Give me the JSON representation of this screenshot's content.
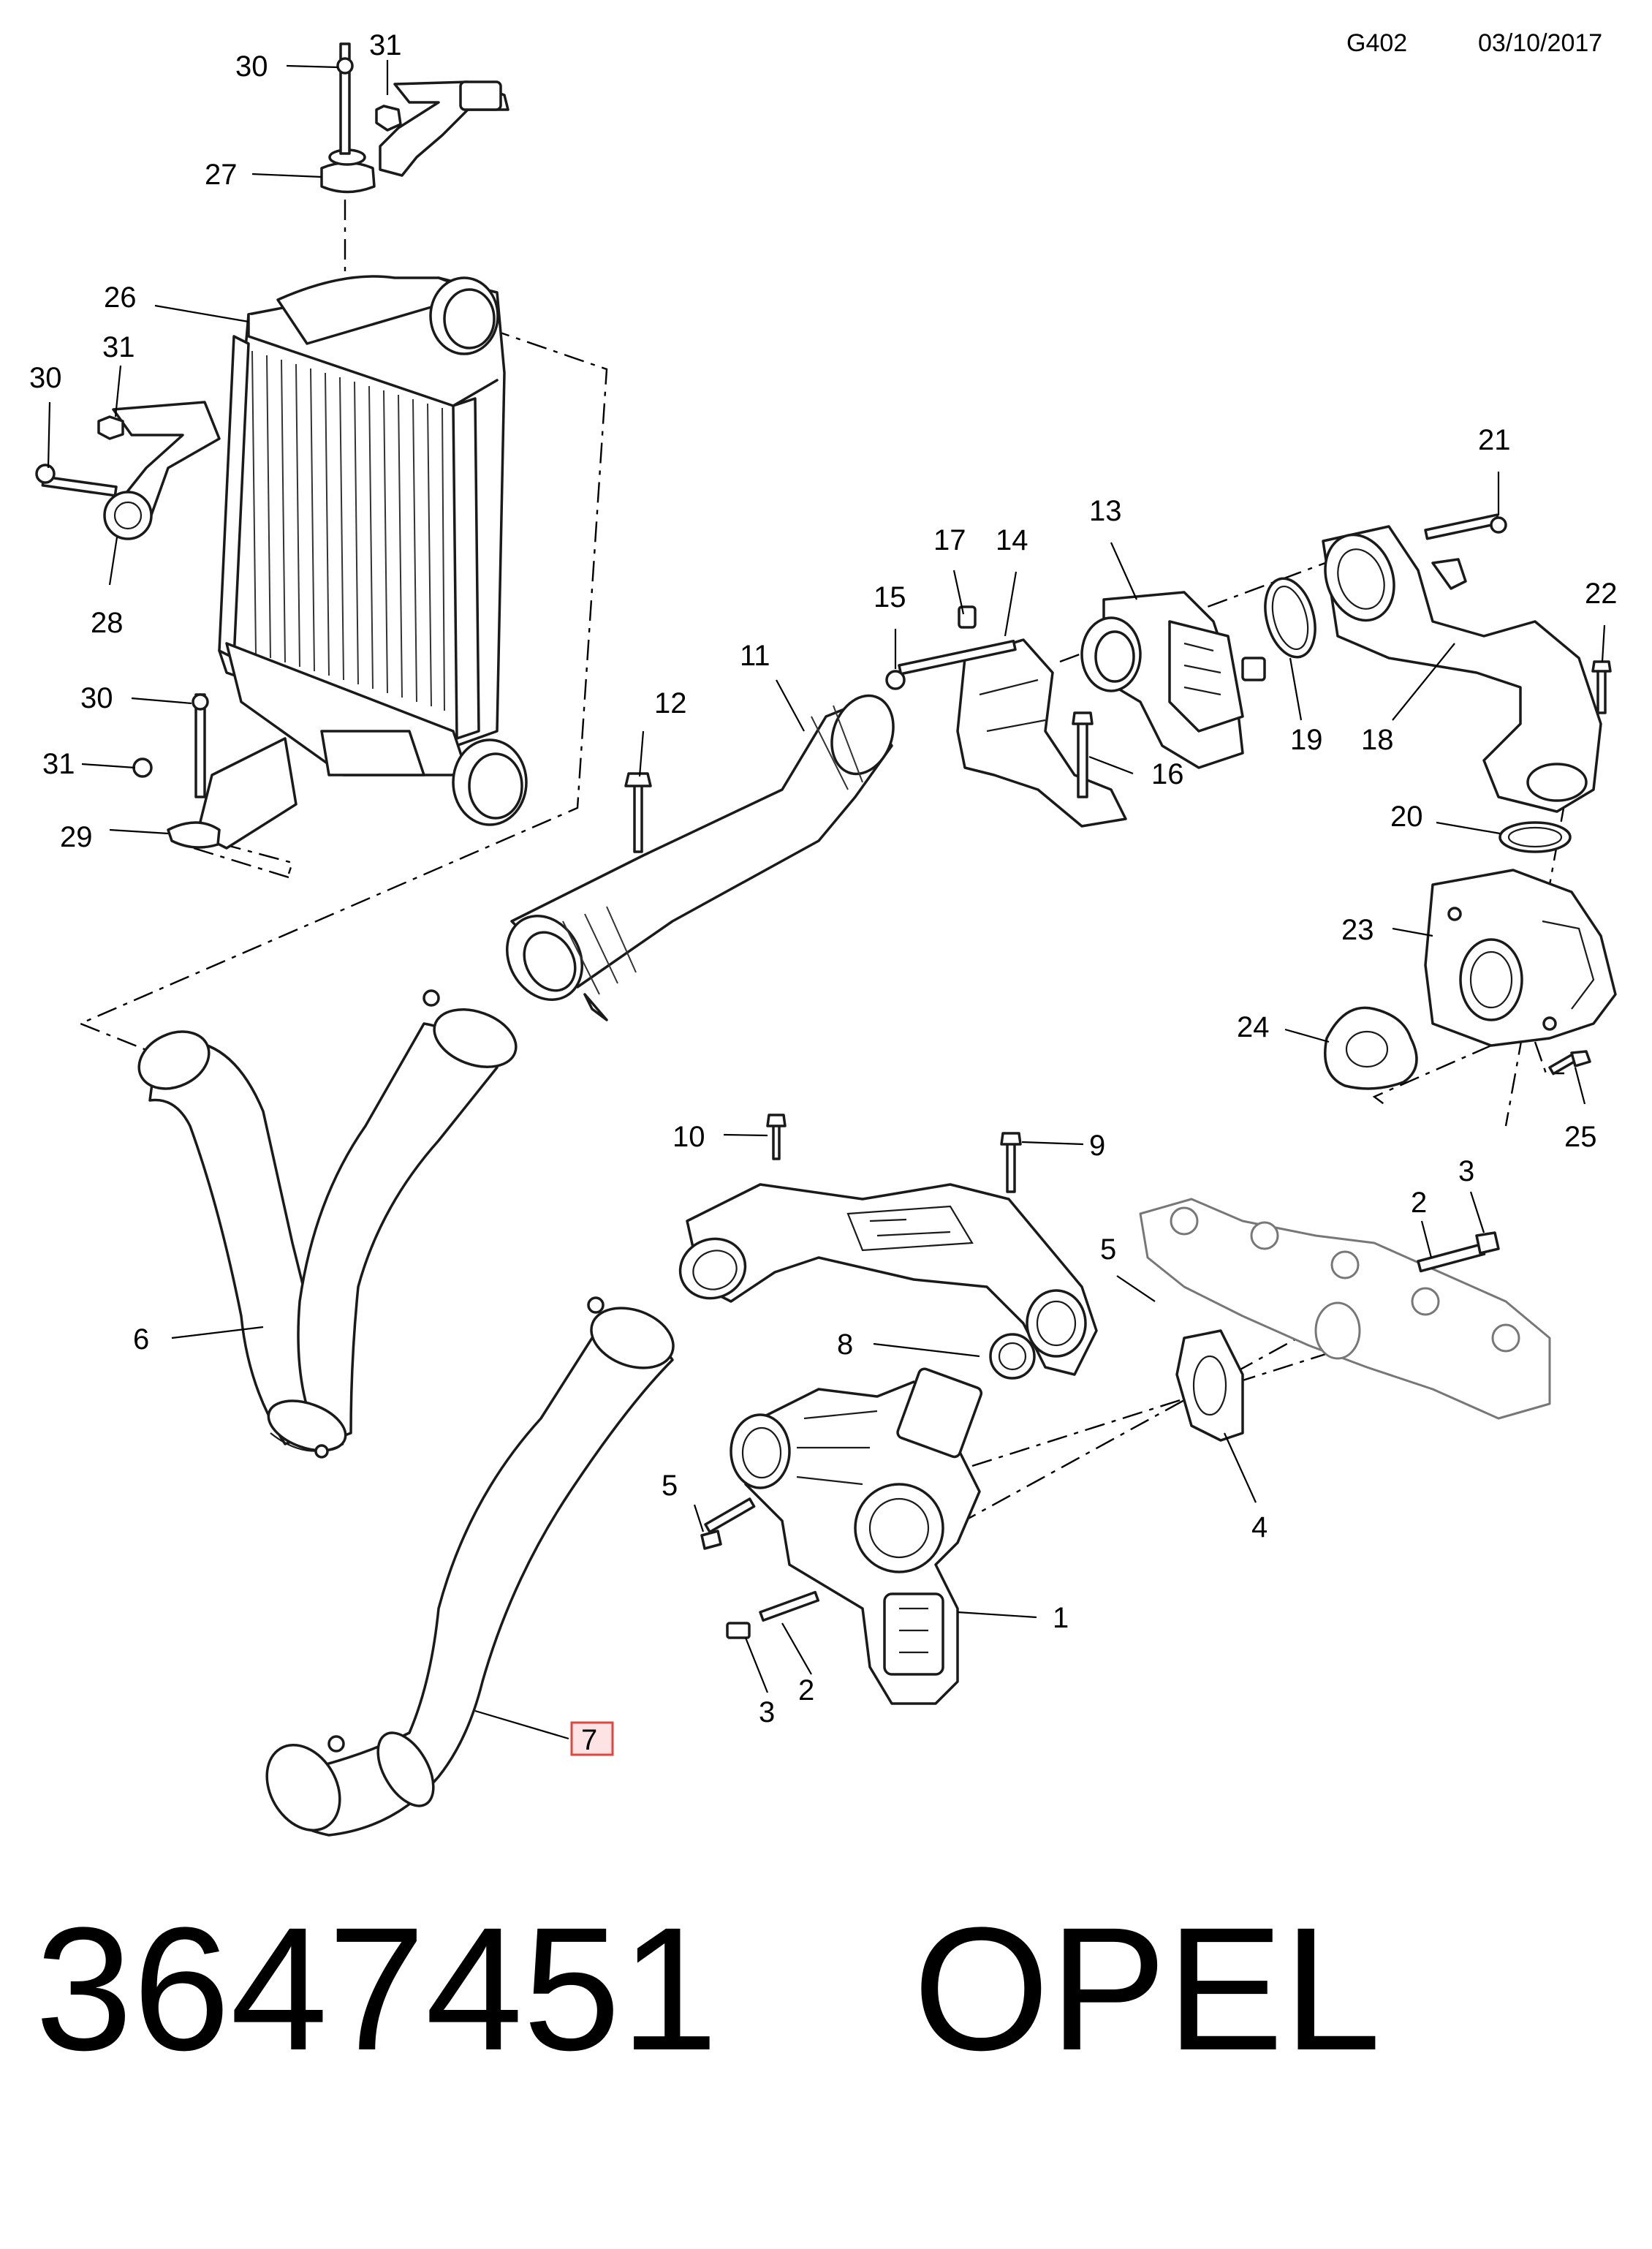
{
  "header": {
    "code": "G402",
    "date": "03/10/2017"
  },
  "callouts": [
    {
      "id": "c30a",
      "text": "30"
    },
    {
      "id": "c31a",
      "text": "31"
    },
    {
      "id": "c27",
      "text": "27"
    },
    {
      "id": "c26",
      "text": "26"
    },
    {
      "id": "c30b",
      "text": "30"
    },
    {
      "id": "c31b",
      "text": "31"
    },
    {
      "id": "c28",
      "text": "28"
    },
    {
      "id": "c30c",
      "text": "30"
    },
    {
      "id": "c31c",
      "text": "31"
    },
    {
      "id": "c29",
      "text": "29"
    },
    {
      "id": "c11",
      "text": "11"
    },
    {
      "id": "c12",
      "text": "12"
    },
    {
      "id": "c15",
      "text": "15"
    },
    {
      "id": "c17",
      "text": "17"
    },
    {
      "id": "c14",
      "text": "14"
    },
    {
      "id": "c13",
      "text": "13"
    },
    {
      "id": "c16",
      "text": "16"
    },
    {
      "id": "c19",
      "text": "19"
    },
    {
      "id": "c18",
      "text": "18"
    },
    {
      "id": "c21",
      "text": "21"
    },
    {
      "id": "c22",
      "text": "22"
    },
    {
      "id": "c20",
      "text": "20"
    },
    {
      "id": "c23",
      "text": "23"
    },
    {
      "id": "c24",
      "text": "24"
    },
    {
      "id": "c25",
      "text": "25"
    },
    {
      "id": "c10",
      "text": "10"
    },
    {
      "id": "c9",
      "text": "9"
    },
    {
      "id": "c2a",
      "text": "2"
    },
    {
      "id": "c3a",
      "text": "3"
    },
    {
      "id": "c5a",
      "text": "5"
    },
    {
      "id": "c8",
      "text": "8"
    },
    {
      "id": "c6",
      "text": "6"
    },
    {
      "id": "c4",
      "text": "4"
    },
    {
      "id": "c5b",
      "text": "5"
    },
    {
      "id": "c1",
      "text": "1"
    },
    {
      "id": "c2b",
      "text": "2"
    },
    {
      "id": "c3b",
      "text": "3"
    },
    {
      "id": "c7",
      "text": "7"
    }
  ],
  "highlight": {
    "callout": "7",
    "color": "#e0473f",
    "fill": "#fde3e3"
  },
  "footer": {
    "part_number": "3647451",
    "brand": "OPEL"
  }
}
